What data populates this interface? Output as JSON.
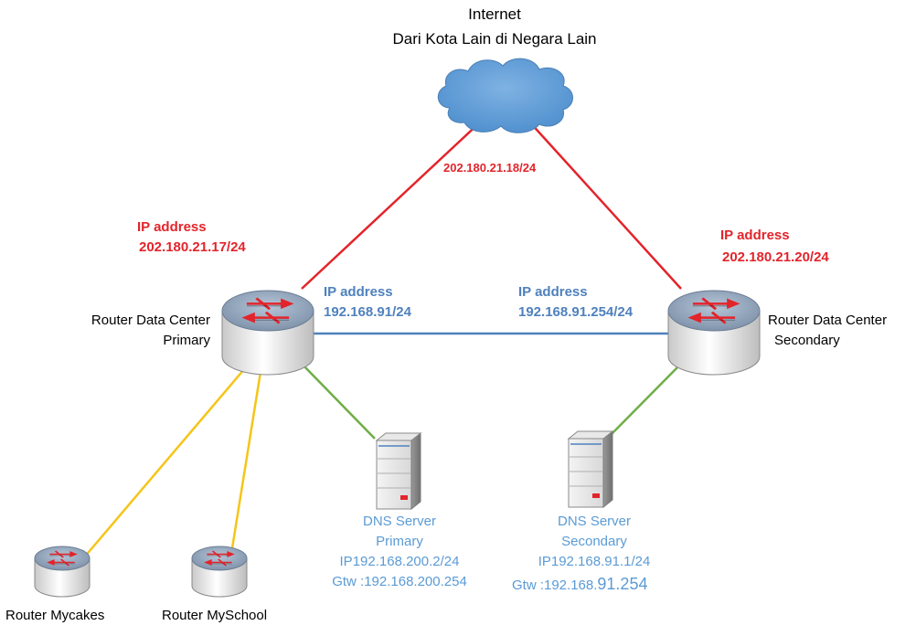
{
  "internet": {
    "title": "Internet",
    "subtitle": "Dari Kota Lain di Negara Lain",
    "link_ip": "202.180.21.18/24"
  },
  "router_primary": {
    "name_line1": "Router Data Center",
    "name_line2": "Primary",
    "wan_label": "IP address",
    "wan_ip": "202.180.21.17/24",
    "lan_label": "IP address",
    "lan_ip": "192.168.91/24"
  },
  "router_secondary": {
    "name_line1": "Router Data Center",
    "name_line2": "Secondary",
    "wan_label": "IP address",
    "wan_ip": "202.180.21.20/24",
    "lan_label": "IP address",
    "lan_ip": "192.168.91.254/24"
  },
  "dns_primary": {
    "line1": "DNS Server",
    "line2": "Primary",
    "ip": "IP192.168.200.2/24",
    "gateway": "Gtw :192.168.200.254"
  },
  "dns_secondary": {
    "line1": "DNS Server",
    "line2": "Secondary",
    "ip": "IP192.168.91.1/24",
    "gateway_prefix": "Gtw :192.168.",
    "gateway_suffix": "91.254"
  },
  "router_mycakes": {
    "name": "Router Mycakes"
  },
  "router_myschool": {
    "name": "Router MySchool"
  },
  "colors": {
    "wan_link": "#e3242b",
    "lan_link": "#4f81bd",
    "server_link": "#70ad47",
    "branch_link": "#f5c518",
    "cloud": "#5b9bd5",
    "router_top": "#8da0b8",
    "router_arrow": "#e3242b"
  },
  "icons": [
    "cloud-icon",
    "router-icon",
    "server-icon"
  ]
}
